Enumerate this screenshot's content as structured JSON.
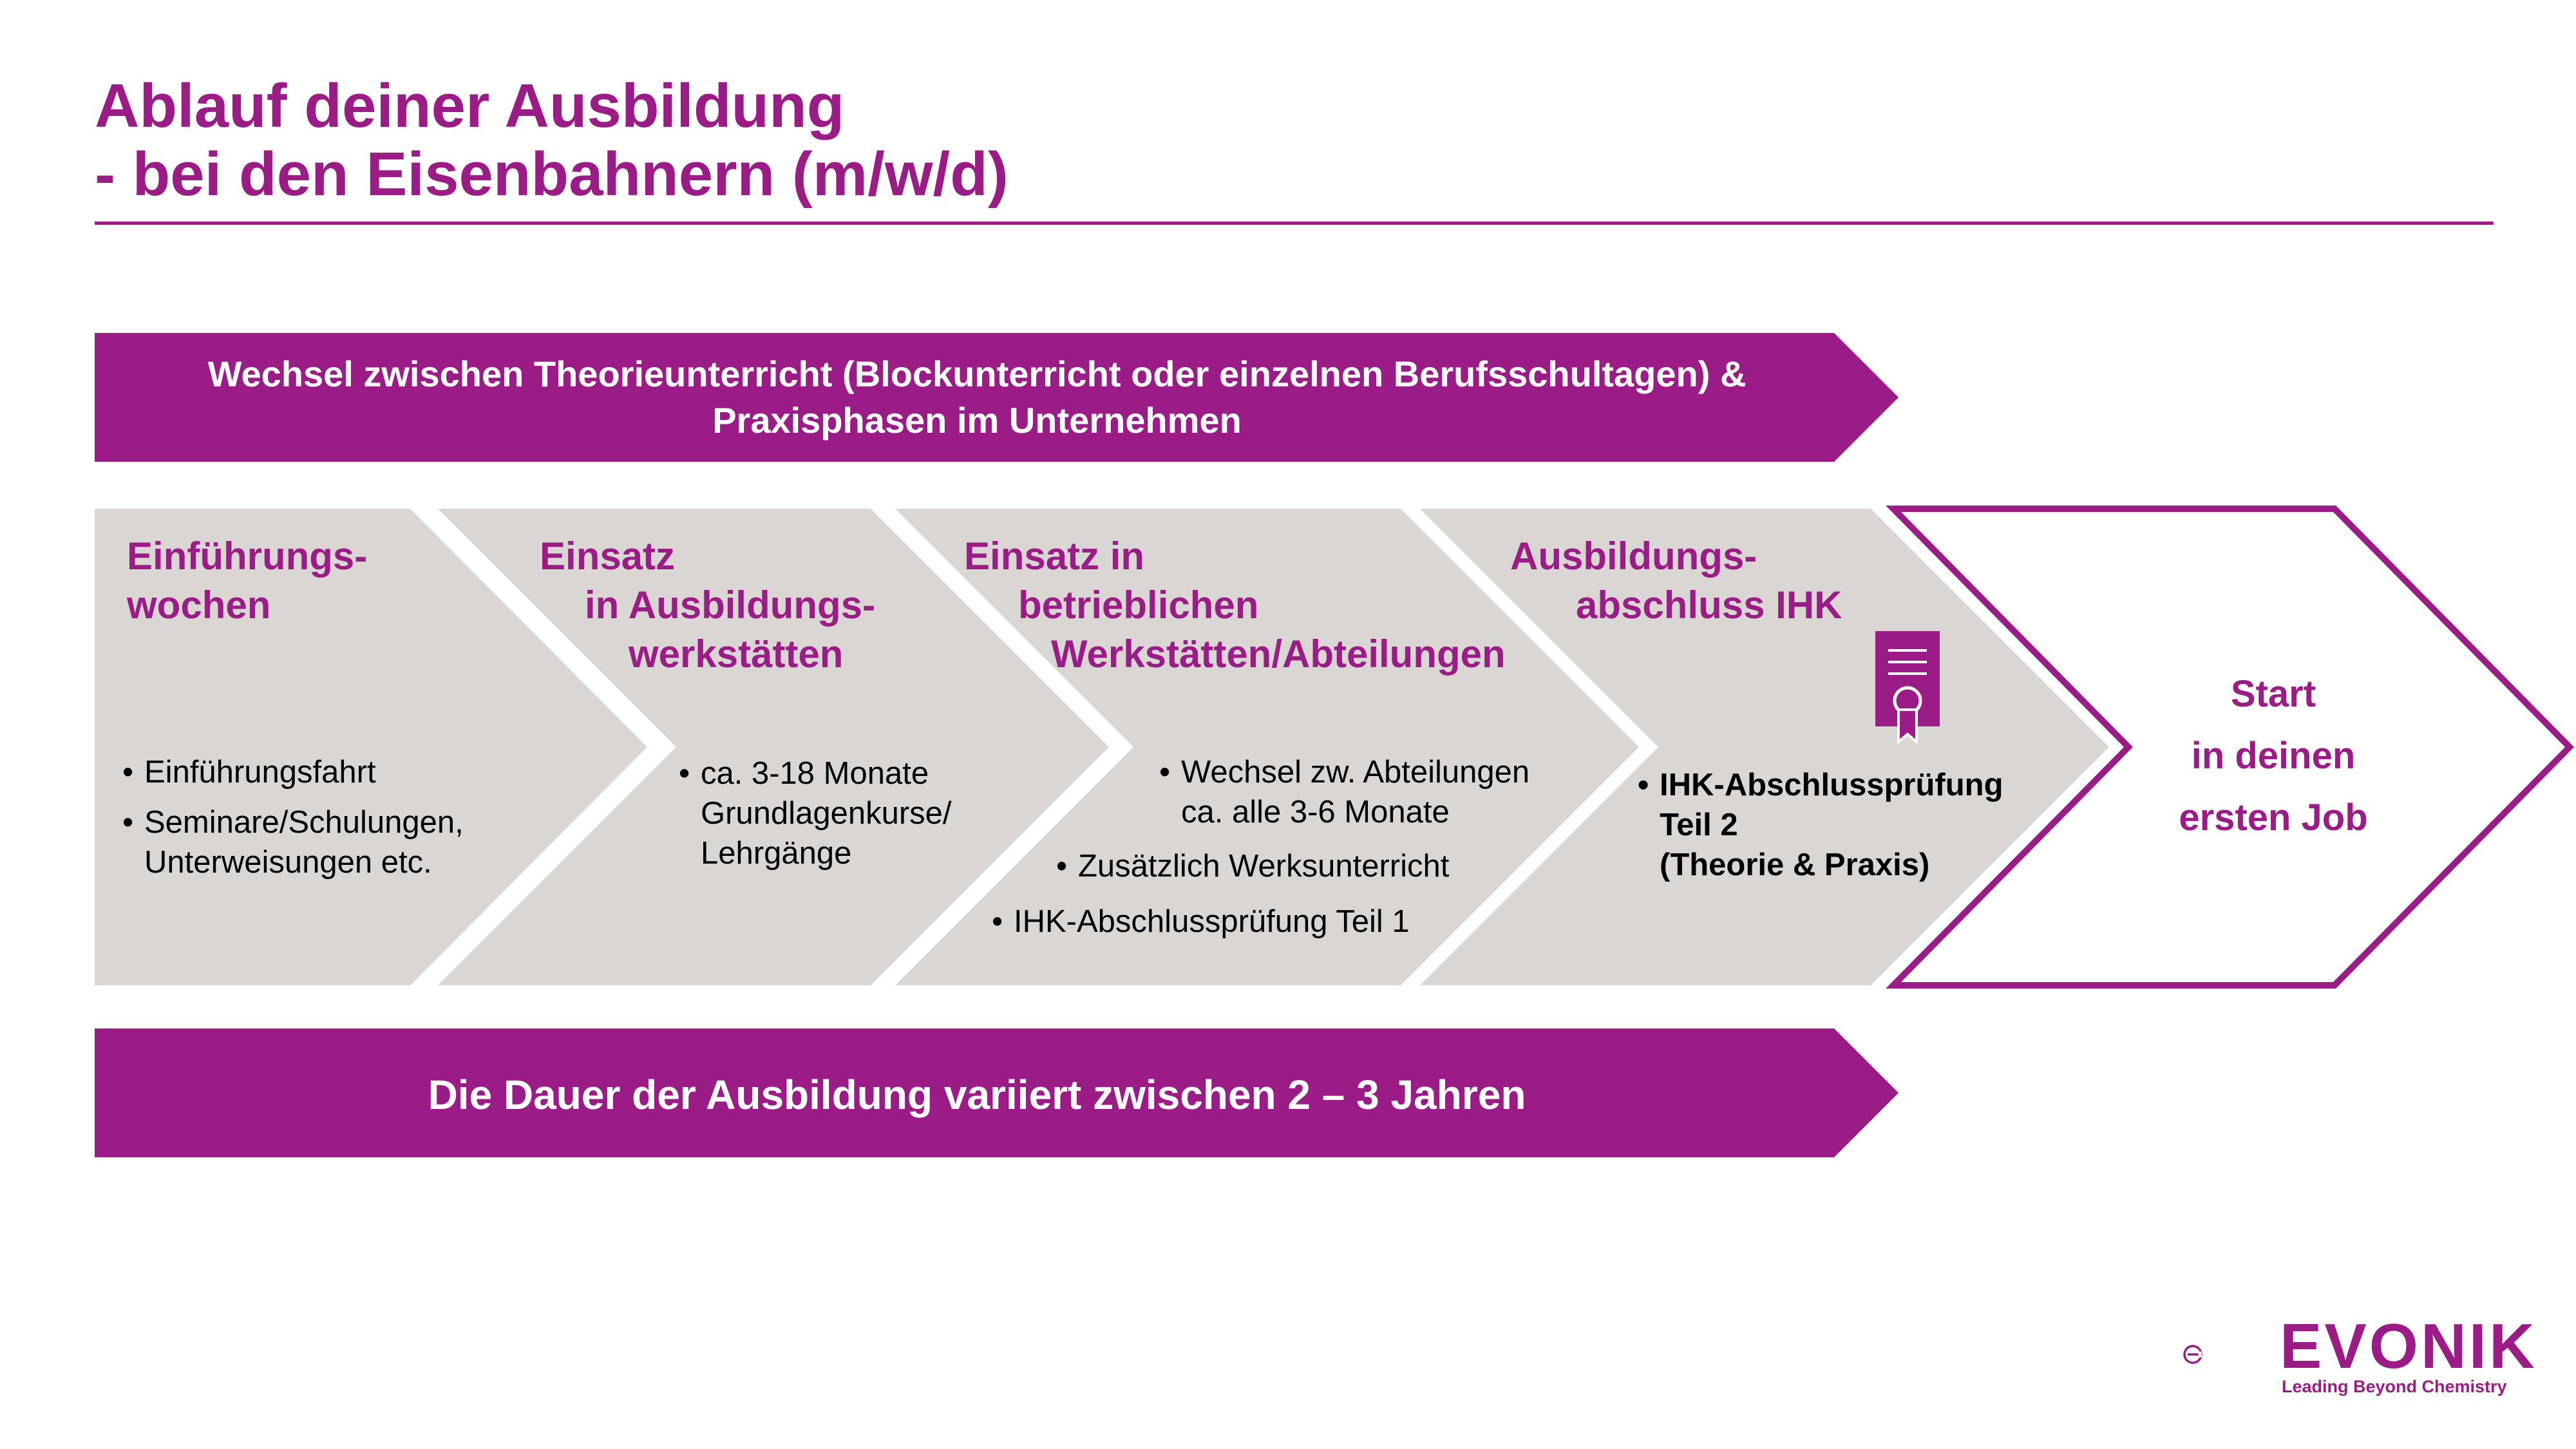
{
  "title": {
    "line1": "Ablauf deiner Ausbildung",
    "line2": "- bei den Eisenbahnern (m/w/d)"
  },
  "banner_top": {
    "line1": "Wechsel zwischen Theorieunterricht (Blockunterricht oder einzelnen Berufsschultagen) &",
    "line2": "Praxisphasen im Unternehmen"
  },
  "steps": [
    {
      "title": [
        "Einführungs-",
        "wochen"
      ],
      "bullets": [
        [
          "Einführungsfahrt"
        ],
        [
          "Seminare/Schulungen,",
          "Unterweisungen etc."
        ]
      ]
    },
    {
      "title": [
        "Einsatz",
        "in Ausbildungs-",
        "werkstätten"
      ],
      "bullets": [
        [
          "ca. 3-18 Monate",
          "Grundlagenkurse/",
          "Lehrgänge"
        ]
      ]
    },
    {
      "title": [
        "Einsatz in",
        "betrieblichen",
        "Werkstätten/Abteilungen"
      ],
      "bullets": [
        [
          "Wechsel zw. Abteilungen",
          "ca. alle 3-6 Monate"
        ],
        [
          "Zusätzlich Werksunterricht"
        ],
        [
          "IHK-Abschlussprüfung Teil 1"
        ]
      ]
    },
    {
      "title": [
        "Ausbildungs-",
        "abschluss IHK"
      ],
      "bullets": [
        [
          "IHK-Abschlussprüfung",
          "Teil 2",
          "(Theorie & Praxis)"
        ]
      ],
      "icon": "certificate-icon"
    }
  ],
  "final_step": {
    "lines": [
      "Start",
      "in deinen",
      "ersten Job"
    ]
  },
  "banner_bottom": {
    "text": "Die Dauer der Ausbildung variiert zwischen 2 – 3 Jahren"
  },
  "logo": {
    "name": "EVONIK",
    "tagline": "Leading Beyond Chemistry"
  },
  "colors": {
    "brand_purple": "#9b1c87",
    "chevron_grey": "#d9d6d4",
    "text": "#000000",
    "background": "#ffffff"
  }
}
